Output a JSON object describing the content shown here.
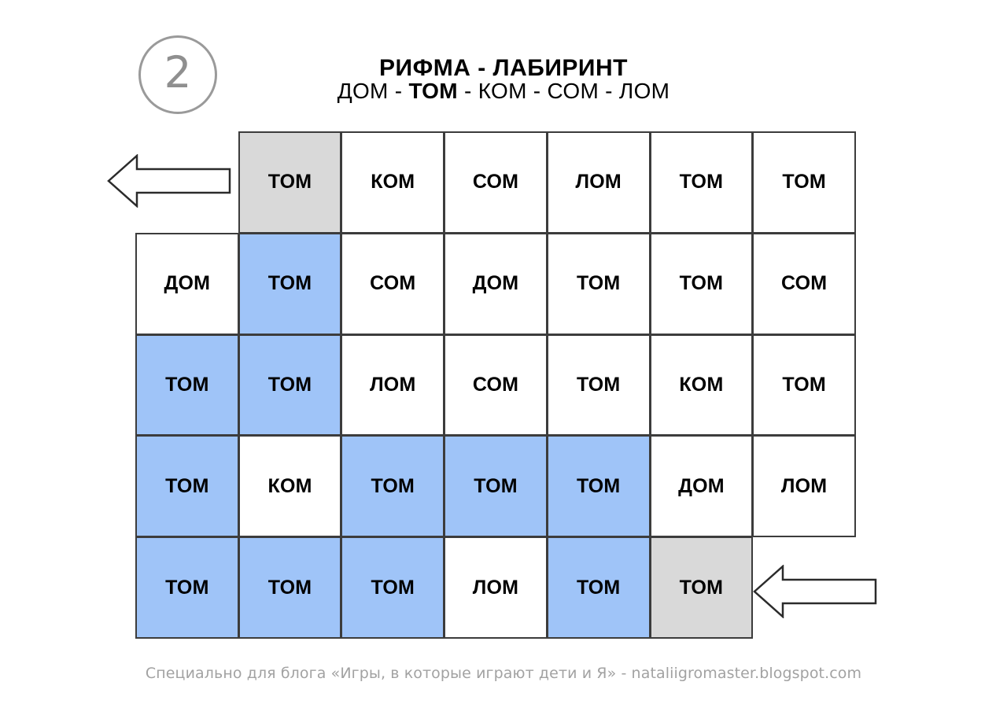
{
  "page": {
    "background_color": "#ffffff",
    "task_number": "2",
    "title": "РИФМА - ЛАБИРИНТ",
    "subtitle": {
      "full": "ДОМ - ТОМ - КОМ - СОМ - ЛОМ",
      "words": [
        "ДОМ",
        "ТОМ",
        "КОМ",
        "СОМ",
        "ЛОМ"
      ],
      "target_word": "ТОМ",
      "separator": " - "
    },
    "footer": "Специально для блога «Игры, в которые играют дети и Я» - nataliigromaster.blogspot.com"
  },
  "colors": {
    "path_blue": "#9fc4f8",
    "endpoint_grey": "#d9d9d9",
    "cell_border": "#3c3c3c",
    "badge_grey": "#9a9a9a",
    "footer_grey": "#a2a2a2",
    "text_black": "#000000",
    "cell_white": "#ffffff"
  },
  "arrows": {
    "start": {
      "label": "entry-arrow",
      "direction": "left",
      "points_to_row": 1,
      "points_to_col": 2
    },
    "end": {
      "label": "exit-arrow",
      "direction": "left",
      "points_to_row": 5,
      "points_to_col": 6
    }
  },
  "grid": {
    "rows": 5,
    "cols": 7,
    "cells": [
      [
        {
          "text": "",
          "state": "blank"
        },
        {
          "text": "ТОМ",
          "state": "endpoint"
        },
        {
          "text": "КОМ",
          "state": "normal"
        },
        {
          "text": "СОМ",
          "state": "normal"
        },
        {
          "text": "ЛОМ",
          "state": "normal"
        },
        {
          "text": "ТОМ",
          "state": "normal"
        },
        {
          "text": "ТОМ",
          "state": "normal"
        }
      ],
      [
        {
          "text": "ДОМ",
          "state": "normal"
        },
        {
          "text": "ТОМ",
          "state": "path"
        },
        {
          "text": "СОМ",
          "state": "normal"
        },
        {
          "text": "ДОМ",
          "state": "normal"
        },
        {
          "text": "ТОМ",
          "state": "normal"
        },
        {
          "text": "ТОМ",
          "state": "normal"
        },
        {
          "text": "СОМ",
          "state": "normal"
        }
      ],
      [
        {
          "text": "ТОМ",
          "state": "path"
        },
        {
          "text": "ТОМ",
          "state": "path"
        },
        {
          "text": "ЛОМ",
          "state": "normal"
        },
        {
          "text": "СОМ",
          "state": "normal"
        },
        {
          "text": "ТОМ",
          "state": "normal"
        },
        {
          "text": "КОМ",
          "state": "normal"
        },
        {
          "text": "ТОМ",
          "state": "normal"
        }
      ],
      [
        {
          "text": "ТОМ",
          "state": "path"
        },
        {
          "text": "КОМ",
          "state": "normal"
        },
        {
          "text": "ТОМ",
          "state": "path"
        },
        {
          "text": "ТОМ",
          "state": "path"
        },
        {
          "text": "ТОМ",
          "state": "path"
        },
        {
          "text": "ДОМ",
          "state": "normal"
        },
        {
          "text": "ЛОМ",
          "state": "normal"
        }
      ],
      [
        {
          "text": "ТОМ",
          "state": "path"
        },
        {
          "text": "ТОМ",
          "state": "path"
        },
        {
          "text": "ТОМ",
          "state": "path"
        },
        {
          "text": "ЛОМ",
          "state": "normal"
        },
        {
          "text": "ТОМ",
          "state": "path"
        },
        {
          "text": "ТОМ",
          "state": "endpoint"
        },
        {
          "text": "",
          "state": "blank"
        }
      ]
    ]
  }
}
